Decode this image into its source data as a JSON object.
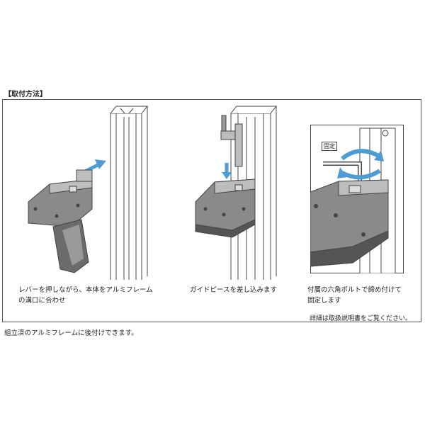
{
  "section_heading": "【取付方法】",
  "steps": [
    {
      "caption_line1": "レバーを押しながら、本体をアルミフレーム",
      "caption_line2": "の溝口に合わせ"
    },
    {
      "caption_line1": "ガイドピースを差し込みます",
      "caption_line2": ""
    },
    {
      "caption_line1": "付属の六角ボルトで締め付けて",
      "caption_line2": "固定します"
    }
  ],
  "label_fixed": "固定",
  "note": "詳細は取扱説明書をご覧ください。",
  "footer": "組立済のアルミフレームに後付けできます。",
  "colors": {
    "body_dark": "#6b6b6b",
    "body_mid": "#8a8a8a",
    "body_light": "#bdbdbd",
    "arrow": "#4f9bd3",
    "line": "#444444"
  }
}
